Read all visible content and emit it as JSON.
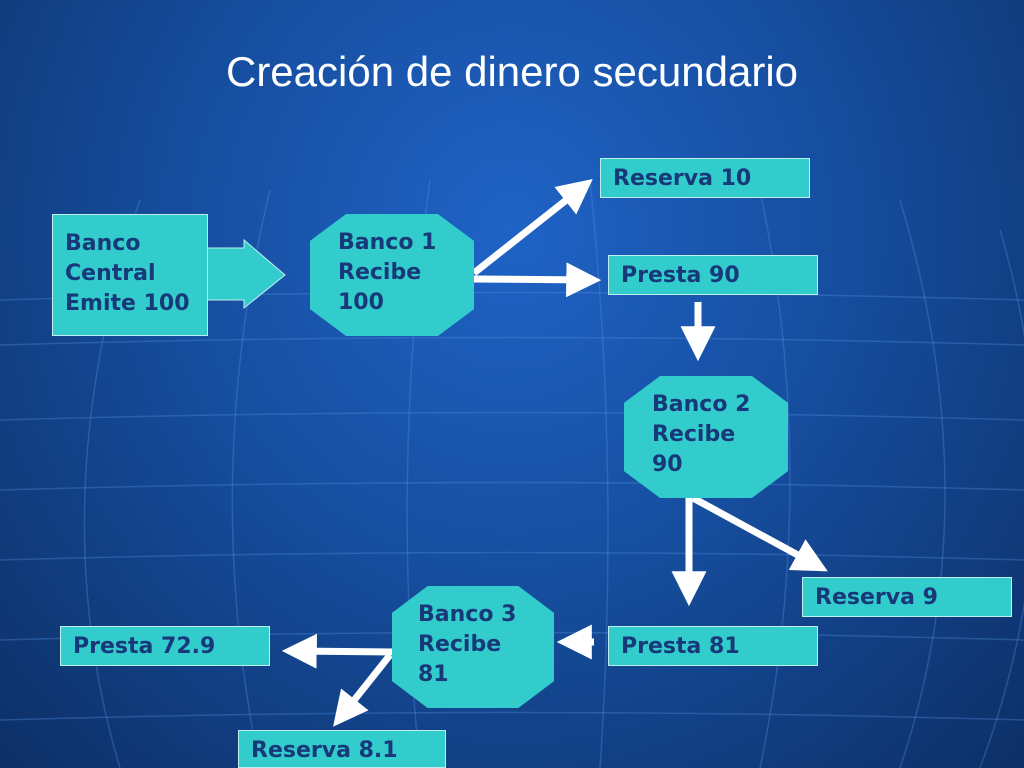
{
  "title": "Creación de dinero secundario",
  "nodes": {
    "central": [
      "Banco",
      "Central",
      "Emite 100"
    ],
    "banco1": [
      "Banco 1",
      "Recibe",
      "100"
    ],
    "reserva10": "Reserva 10",
    "presta90": "Presta 90",
    "banco2": [
      "Banco 2",
      "Recibe",
      "90"
    ],
    "reserva9": "Reserva 9",
    "presta81": "Presta 81",
    "banco3": [
      "Banco 3",
      "Recibe",
      "81"
    ],
    "presta729": "Presta 72.9",
    "reserva81": "Reserva 8.1"
  },
  "colors": {
    "box": "#33cccc",
    "text": "#17397a",
    "arrow": "#ffffff"
  }
}
